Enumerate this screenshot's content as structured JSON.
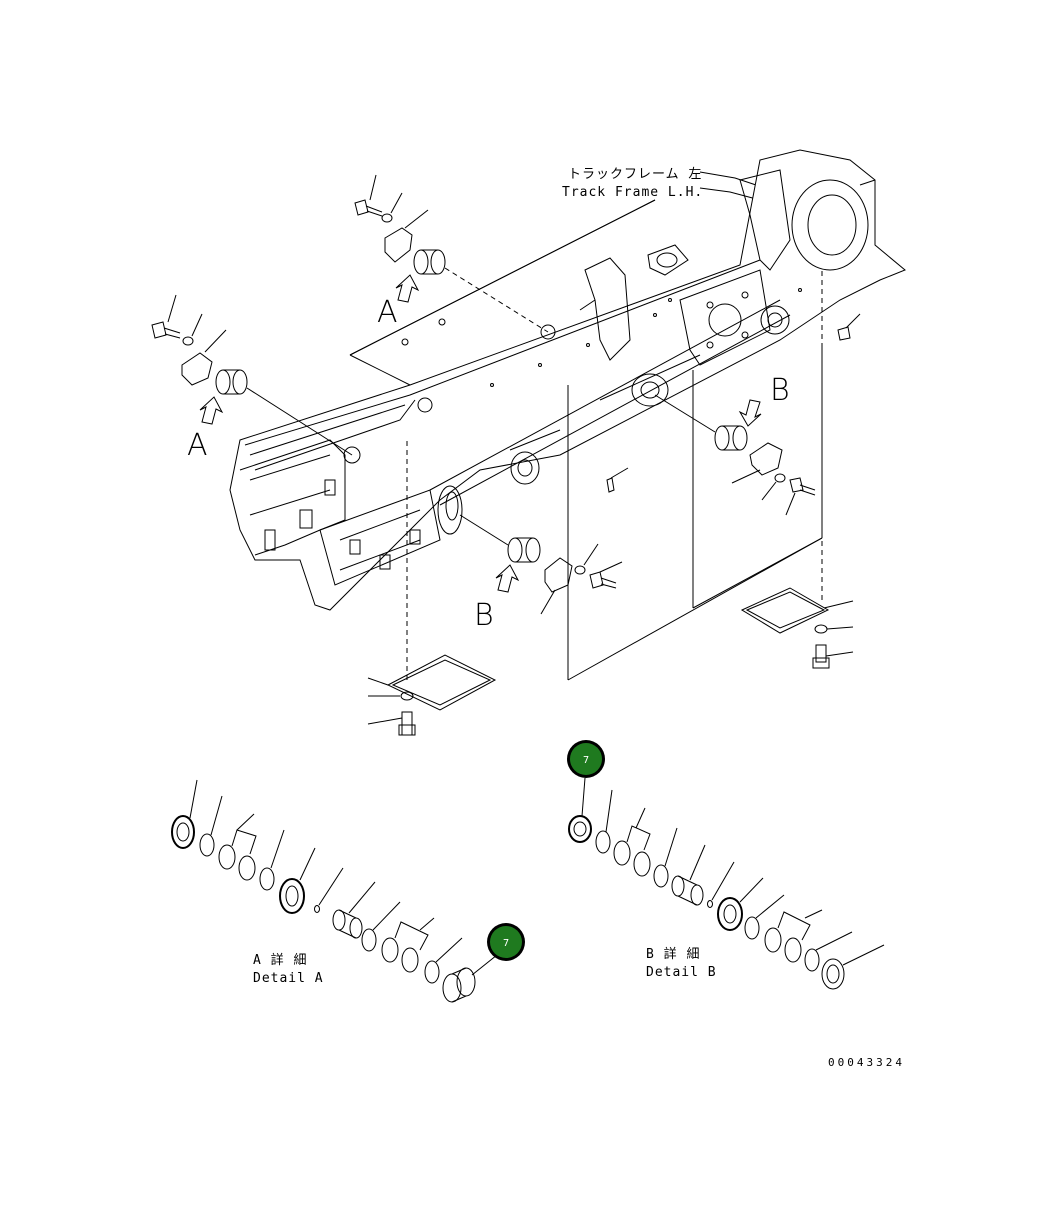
{
  "title_jp": "トラックフレーム 左",
  "title_en": "Track Frame L.H.",
  "view_labels": {
    "a_upper": "A",
    "a_lower": "A",
    "b_right": "B",
    "b_lower": "B"
  },
  "detail_a": {
    "jp": "A 詳 細",
    "en": "Detail A"
  },
  "detail_b": {
    "jp": "B 詳 細",
    "en": "Detail B"
  },
  "callouts": [
    {
      "number": "7",
      "color": "#1f7a1f"
    },
    {
      "number": "7",
      "color": "#1f7a1f"
    }
  ],
  "drawing_number": "00043324"
}
